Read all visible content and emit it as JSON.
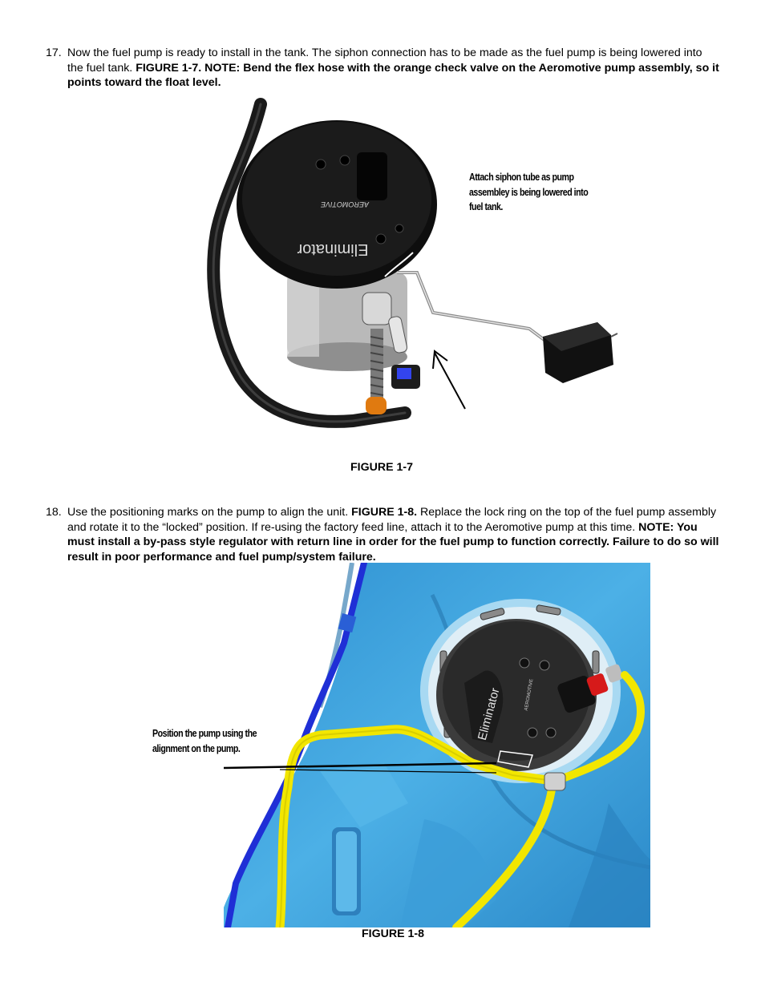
{
  "step17": {
    "number": "17.",
    "text_plain": "Now the fuel pump is ready to install in the tank.  The siphon connection has to be made as the fuel pump is being lowered into the fuel tank.  ",
    "text_bold": "FIGURE 1-7.  NOTE: Bend the flex hose with the orange check valve on the Aeromotive pump assembly, so it points toward the float level."
  },
  "figure17": {
    "caption": "FIGURE 1-7",
    "callout_lines": [
      "Attach siphon tube as pump",
      "assembley is being lowered into",
      "fuel tank."
    ],
    "brand_text": "AEROMOTIVE",
    "model_text": "Eliminator"
  },
  "step18": {
    "number": "18.",
    "text_plain_1": "Use the positioning marks on the pump to align the unit. ",
    "text_bold_1": "FIGURE 1-8.",
    "text_plain_2": "  Replace the lock ring on the top of the fuel pump assembly and rotate it to the “locked” position. If re-using the factory feed line, attach it to the Aeromotive pump at this time.  ",
    "text_bold_2": "NOTE: You must install a by-pass style regulator with return line in order for the fuel pump to function correctly.  Failure to do so will result in poor performance and fuel pump/system failure."
  },
  "figure18": {
    "caption": "FIGURE 1-8",
    "callout_lines": [
      "Position the pump using the",
      "alignment on the pump."
    ],
    "brand_text": "AEROMOTIVE",
    "model_text": "Eliminator"
  },
  "colors": {
    "tank_blue": "#3aa0dc",
    "tank_dark": "#1e6fa8",
    "line_yellow": "#f2e600",
    "line_blue": "#1f2fd6",
    "pump_black": "#111111",
    "check_valve_orange": "#e07a10"
  }
}
